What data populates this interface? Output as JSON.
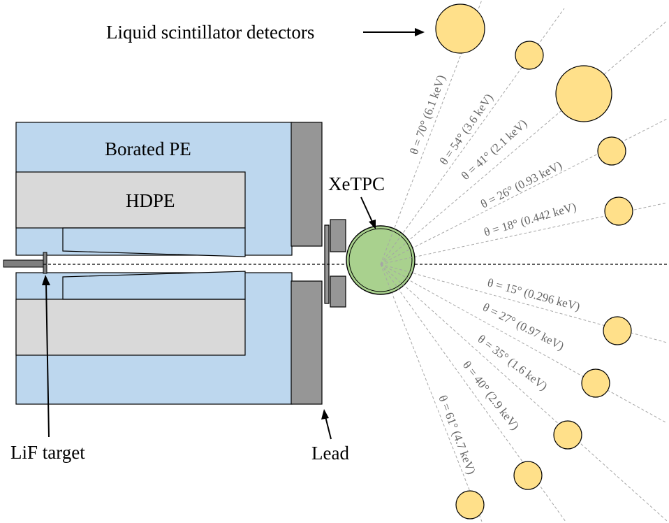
{
  "labels": {
    "detectors": "Liquid scintillator detectors",
    "borated_pe": "Borated PE",
    "hdpe": "HDPE",
    "xetpc": "XeTPC",
    "lif_target": "LiF target",
    "lead": "Lead"
  },
  "angles_upper": [
    {
      "text": "θ = 70° (6.1 keV)",
      "angle_deg": 70
    },
    {
      "text": "θ = 54° (3.6 keV)",
      "angle_deg": 54
    },
    {
      "text": "θ = 41° (2.1 keV)",
      "angle_deg": 41
    },
    {
      "text": "θ = 26° (0.93 keV)",
      "angle_deg": 26
    },
    {
      "text": "θ = 18° (0.442 keV)",
      "angle_deg": 18
    }
  ],
  "angles_lower": [
    {
      "text": "θ = 15° (0.296 keV)",
      "angle_deg": 15
    },
    {
      "text": "θ = 27° (0.97 keV)",
      "angle_deg": 27
    },
    {
      "text": "θ = 35° (1.6 keV)",
      "angle_deg": 35
    },
    {
      "text": "θ = 40° (2.9 keV)",
      "angle_deg": 40
    },
    {
      "text": "θ = 61° (4.7 keV)",
      "angle_deg": 61
    }
  ],
  "colors": {
    "borated_pe": "#bdd7ee",
    "hdpe": "#d9d9d9",
    "lead": "#969696",
    "xetpc": "#a9d18e",
    "detector": "#ffe08a",
    "ray": "#a6a6a6"
  }
}
